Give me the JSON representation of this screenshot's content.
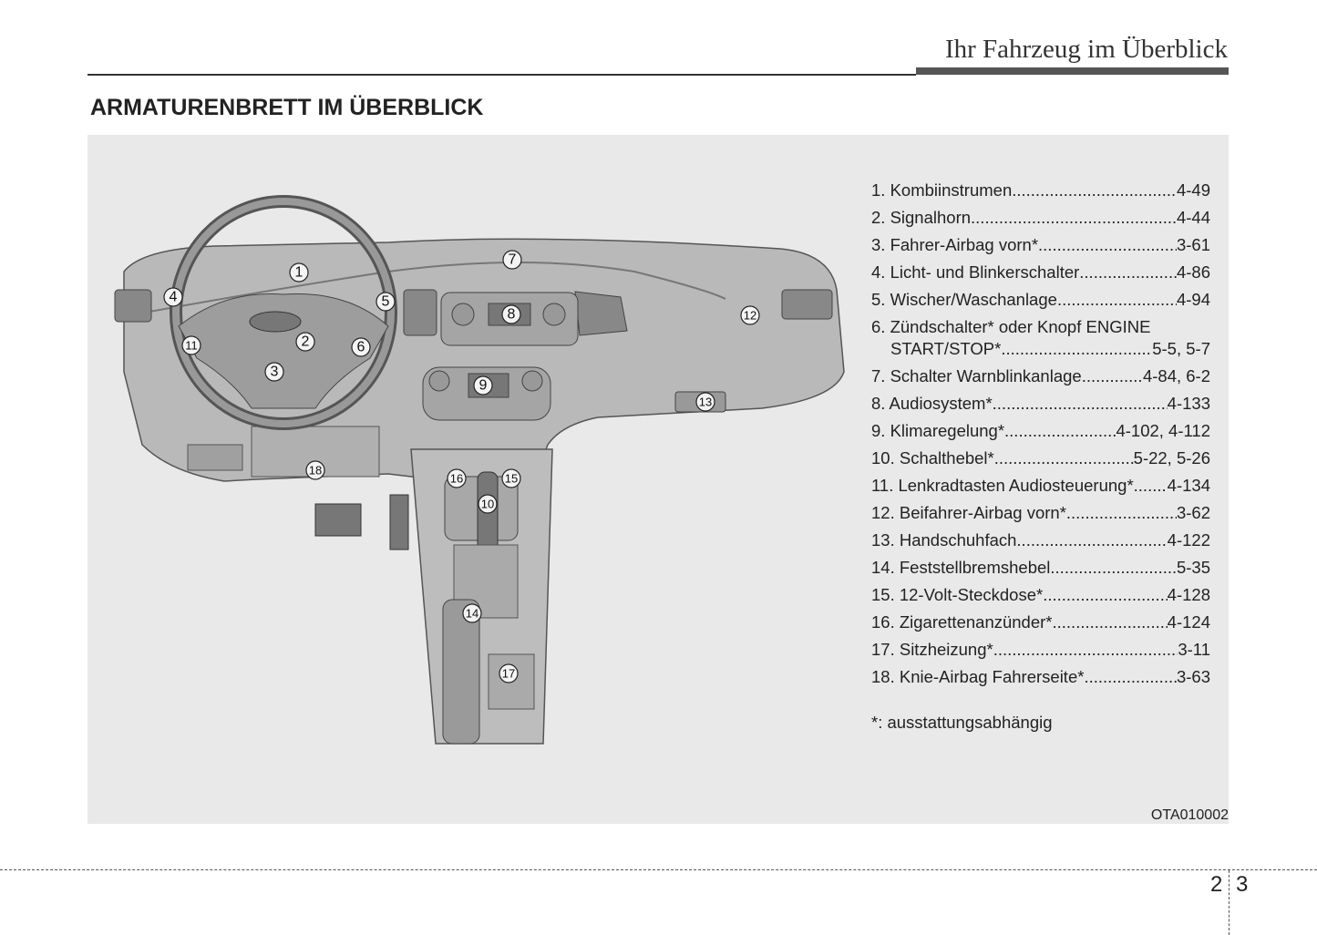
{
  "header": {
    "title": "Ihr Fahrzeug im Überblick"
  },
  "section_title": "ARMATURENBRETT IM ÜBERBLICK",
  "callouts": [
    "1",
    "2",
    "3",
    "4",
    "5",
    "6",
    "7",
    "8",
    "9",
    "10",
    "11",
    "12",
    "13",
    "14",
    "15",
    "16",
    "17",
    "18"
  ],
  "items": [
    {
      "label": "1. Kombiinstrumen ",
      "ref": "4-49"
    },
    {
      "label": "2. Signalhorn",
      "ref": "4-44"
    },
    {
      "label": "3. Fahrer-Airbag vorn*",
      "ref": "3-61"
    },
    {
      "label": "4. Licht- und Blinkerschalter",
      "ref": "4-86"
    },
    {
      "label": "5. Wischer/Waschanlage",
      "ref": "4-94"
    },
    {
      "label": "6. Zündschalter* oder Knopf ENGINE",
      "label2": "START/STOP*",
      "ref": "5-5, 5-7"
    },
    {
      "label": "7. Schalter Warnblinkanlage ",
      "ref": "4-84, 6-2"
    },
    {
      "label": "8. Audiosystem* ",
      "ref": "4-133"
    },
    {
      "label": "9. Klimaregelung*",
      "ref": "4-102, 4-112"
    },
    {
      "label": "10. Schalthebel*",
      "ref": "5-22, 5-26"
    },
    {
      "label": "11. Lenkradtasten Audiosteuerung*",
      "ref": "4-134"
    },
    {
      "label": "12. Beifahrer-Airbag vorn*",
      "ref": "3-62"
    },
    {
      "label": "13. Handschuhfach ",
      "ref": "4-122"
    },
    {
      "label": "14. Feststellbremshebel ",
      "ref": "5-35"
    },
    {
      "label": "15. 12-Volt-Steckdose*",
      "ref": "4-128"
    },
    {
      "label": "16. Zigarettenanzünder*",
      "ref": "4-124"
    },
    {
      "label": "17. Sitzheizung* ",
      "ref": "3-11"
    },
    {
      "label": "18. Knie-Airbag Fahrerseite* ",
      "ref": "3-63"
    }
  ],
  "note": "*: ausstattungsabhängig",
  "figure_code": "OTA010002",
  "pages": {
    "left": "2",
    "right": "3"
  }
}
